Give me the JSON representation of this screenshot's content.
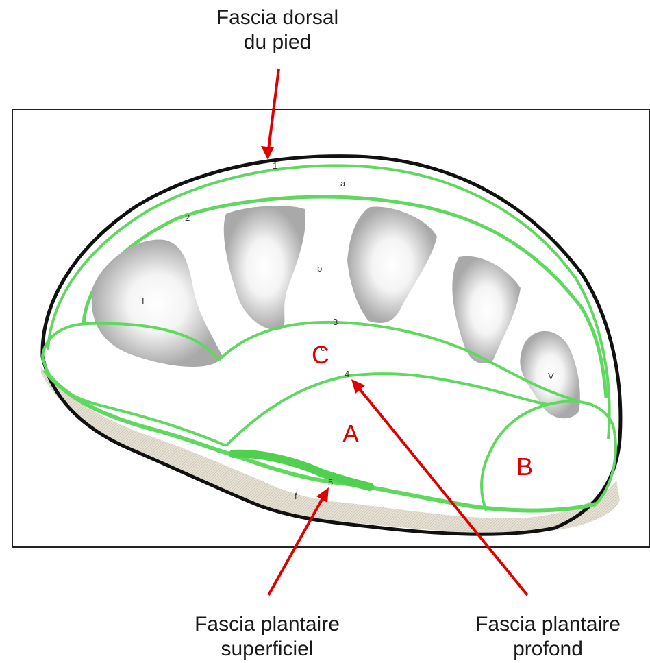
{
  "labels": {
    "dorsal_line1": "Fascia dorsal",
    "dorsal_line2": "du pied",
    "superficiel_line1": "Fascia plantaire",
    "superficiel_line2": "superficiel",
    "profond_line1": "Fascia plantaire",
    "profond_line2": "profond"
  },
  "compartments": {
    "a": "A",
    "b": "B",
    "c": "C"
  },
  "markers": {
    "m1": "1",
    "m2": "2",
    "m3": "3",
    "m4": "4",
    "m5": "5",
    "la": "a",
    "lb": "b",
    "lc": "c",
    "lf": "f",
    "metatarsal_1": "I",
    "metatarsal_5": "V"
  },
  "colors": {
    "fascia_green": "#5fd85f",
    "arrow_red": "#e00000",
    "bone_gray": "#a9a9a9",
    "skin_outline": "#111111"
  }
}
